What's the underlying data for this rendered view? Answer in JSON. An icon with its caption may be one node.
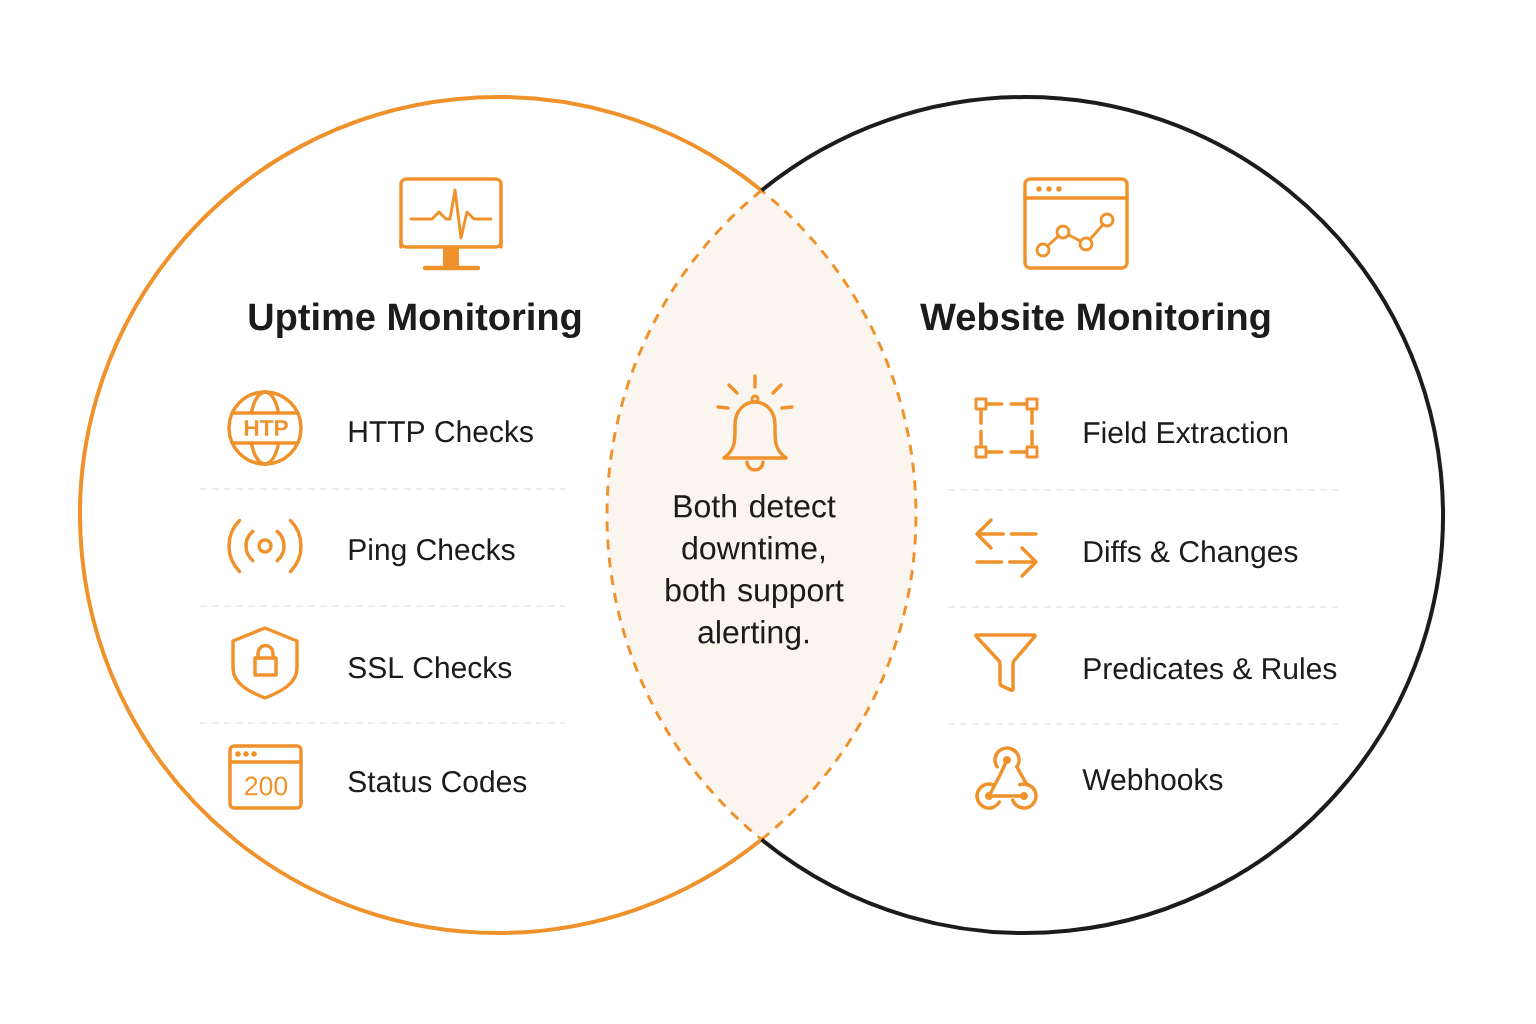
{
  "diagram": {
    "nodes": [
      {
        "text": [
          "Uptime Monitoring",
          "HTTP Checks",
          "Ping Checks",
          "SSL Checks",
          "Status Codes"
        ]
      },
      {
        "text": [
          "Website Monitoring",
          "Field Extraction",
          "Diffs & Changes",
          "Predicates & Rules",
          "Webhooks"
        ]
      },
      {
        "text": [
          "Both detect downtime, both support alerting."
        ]
      }
    ],
    "labels": [
      "HTP",
      "200"
    ]
  }
}
